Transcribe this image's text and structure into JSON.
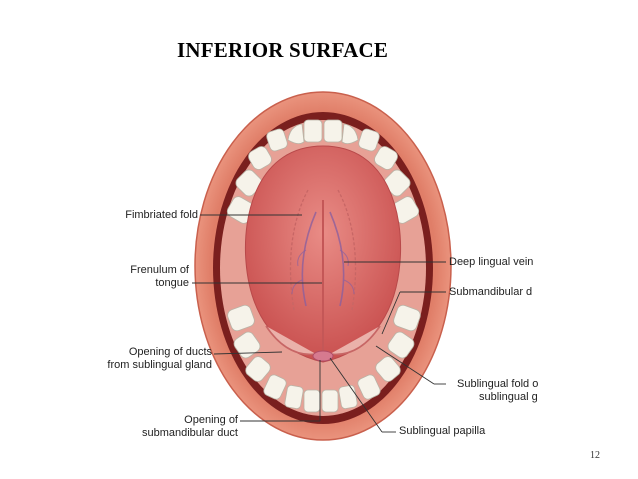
{
  "slide": {
    "title": "INFERIOR SURFACE",
    "page_number": "12"
  },
  "labels": {
    "fimbriated_fold": "Fimbriated fold",
    "frenulum_line1": "Frenulum of",
    "frenulum_line2": "tongue",
    "opening_ducts_line1": "Opening of ducts",
    "opening_ducts_line2": "from sublingual gland",
    "opening_submandibular_line1": "Opening of",
    "opening_submandibular_line2": "submandibular duct",
    "deep_lingual_vein": "Deep lingual vein",
    "submandibular_duct": "Submandibular d",
    "sublingual_fold_line1": "Sublingual fold o",
    "sublingual_fold_line2": "sublingual g",
    "sublingual_papilla": "Sublingual papilla"
  },
  "colors": {
    "lip": "#e8907a",
    "lip_dark": "#c9604d",
    "mouth_cavity": "#7a1f1e",
    "tongue": "#d96a68",
    "tongue_light": "#e98c86",
    "gum": "#e7a196",
    "teeth": "#f6f3ea",
    "leader_line": "#333333"
  }
}
